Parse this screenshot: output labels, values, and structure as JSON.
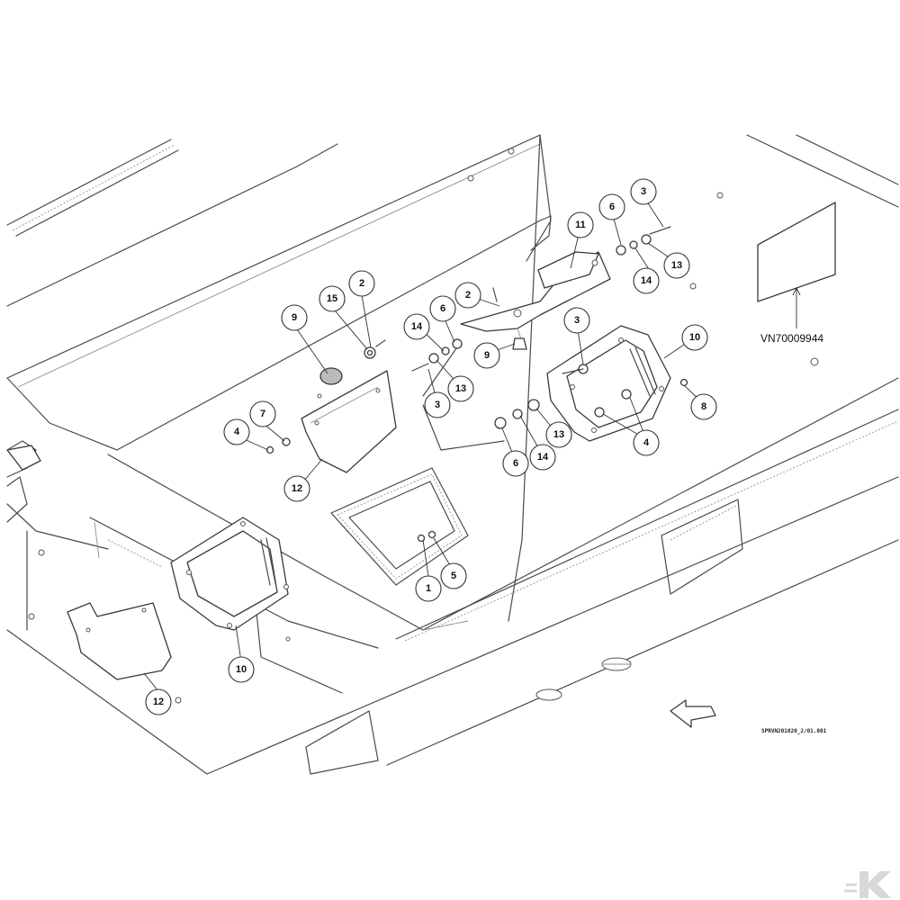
{
  "diagram": {
    "reference_label": "VN70009944",
    "drawing_code": "SPRVN201020_2/01.001",
    "logo_text": "K",
    "callouts": [
      {
        "id": "c-1",
        "label": "1"
      },
      {
        "id": "c-5",
        "label": "5"
      },
      {
        "id": "c-2a",
        "label": "2"
      },
      {
        "id": "c-15",
        "label": "15"
      },
      {
        "id": "c-9a",
        "label": "9"
      },
      {
        "id": "c-7",
        "label": "7"
      },
      {
        "id": "c-4a",
        "label": "4"
      },
      {
        "id": "c-12a",
        "label": "12"
      },
      {
        "id": "c-12b",
        "label": "12"
      },
      {
        "id": "c-10a",
        "label": "10"
      },
      {
        "id": "c-10b",
        "label": "10"
      },
      {
        "id": "c-14a",
        "label": "14"
      },
      {
        "id": "c-6a",
        "label": "6"
      },
      {
        "id": "c-2b",
        "label": "2"
      },
      {
        "id": "c-9b",
        "label": "9"
      },
      {
        "id": "c-3a",
        "label": "3"
      },
      {
        "id": "c-13a",
        "label": "13"
      },
      {
        "id": "c-11",
        "label": "11"
      },
      {
        "id": "c-6b",
        "label": "6"
      },
      {
        "id": "c-3b",
        "label": "3"
      },
      {
        "id": "c-14b",
        "label": "14"
      },
      {
        "id": "c-13b",
        "label": "13"
      },
      {
        "id": "c-3c",
        "label": "3"
      },
      {
        "id": "c-8",
        "label": "8"
      },
      {
        "id": "c-4b",
        "label": "4"
      },
      {
        "id": "c-6c",
        "label": "6"
      },
      {
        "id": "c-14c",
        "label": "14"
      },
      {
        "id": "c-13c",
        "label": "13"
      }
    ]
  }
}
